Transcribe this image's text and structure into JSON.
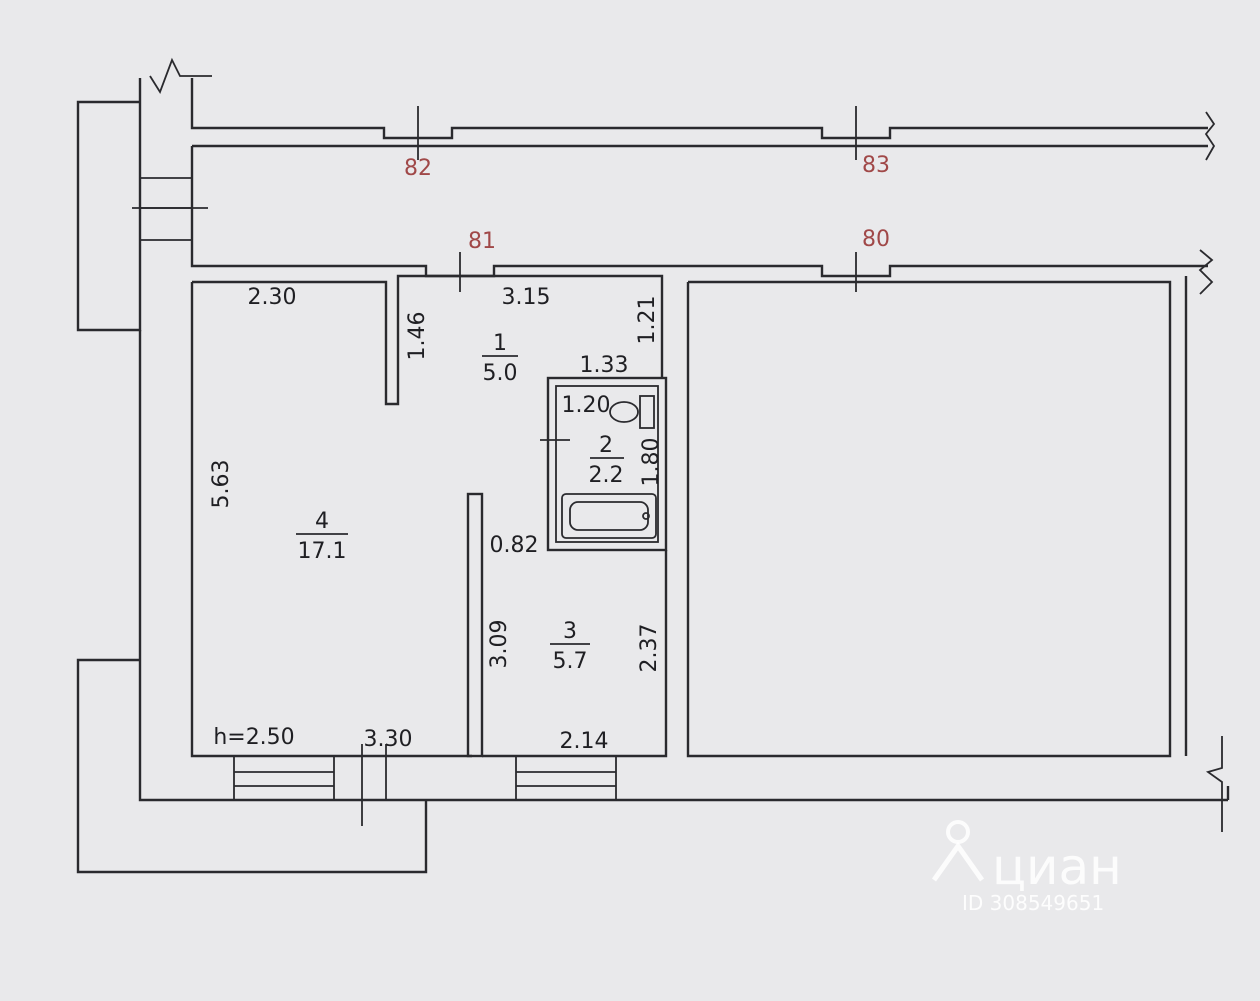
{
  "plan": {
    "axis_labels": [
      "82",
      "83",
      "81",
      "80"
    ],
    "rooms": [
      {
        "number": "1",
        "area": "5.0"
      },
      {
        "number": "2",
        "area": "2.2"
      },
      {
        "number": "3",
        "area": "5.7"
      },
      {
        "number": "4",
        "area": "17.1"
      }
    ],
    "dimensions": {
      "d230": "2.30",
      "d146": "1.46",
      "d315": "3.15",
      "d121": "1.21",
      "d133": "1.33",
      "d120": "1.20",
      "d180": "1.80",
      "d563": "5.63",
      "d082": "0.82",
      "d309": "3.09",
      "d237": "2.37",
      "d330": "3.30",
      "d214": "2.14"
    },
    "ceiling_height": "h=2.50"
  },
  "watermark": {
    "logo": "циан",
    "id": "ID 308549651"
  }
}
